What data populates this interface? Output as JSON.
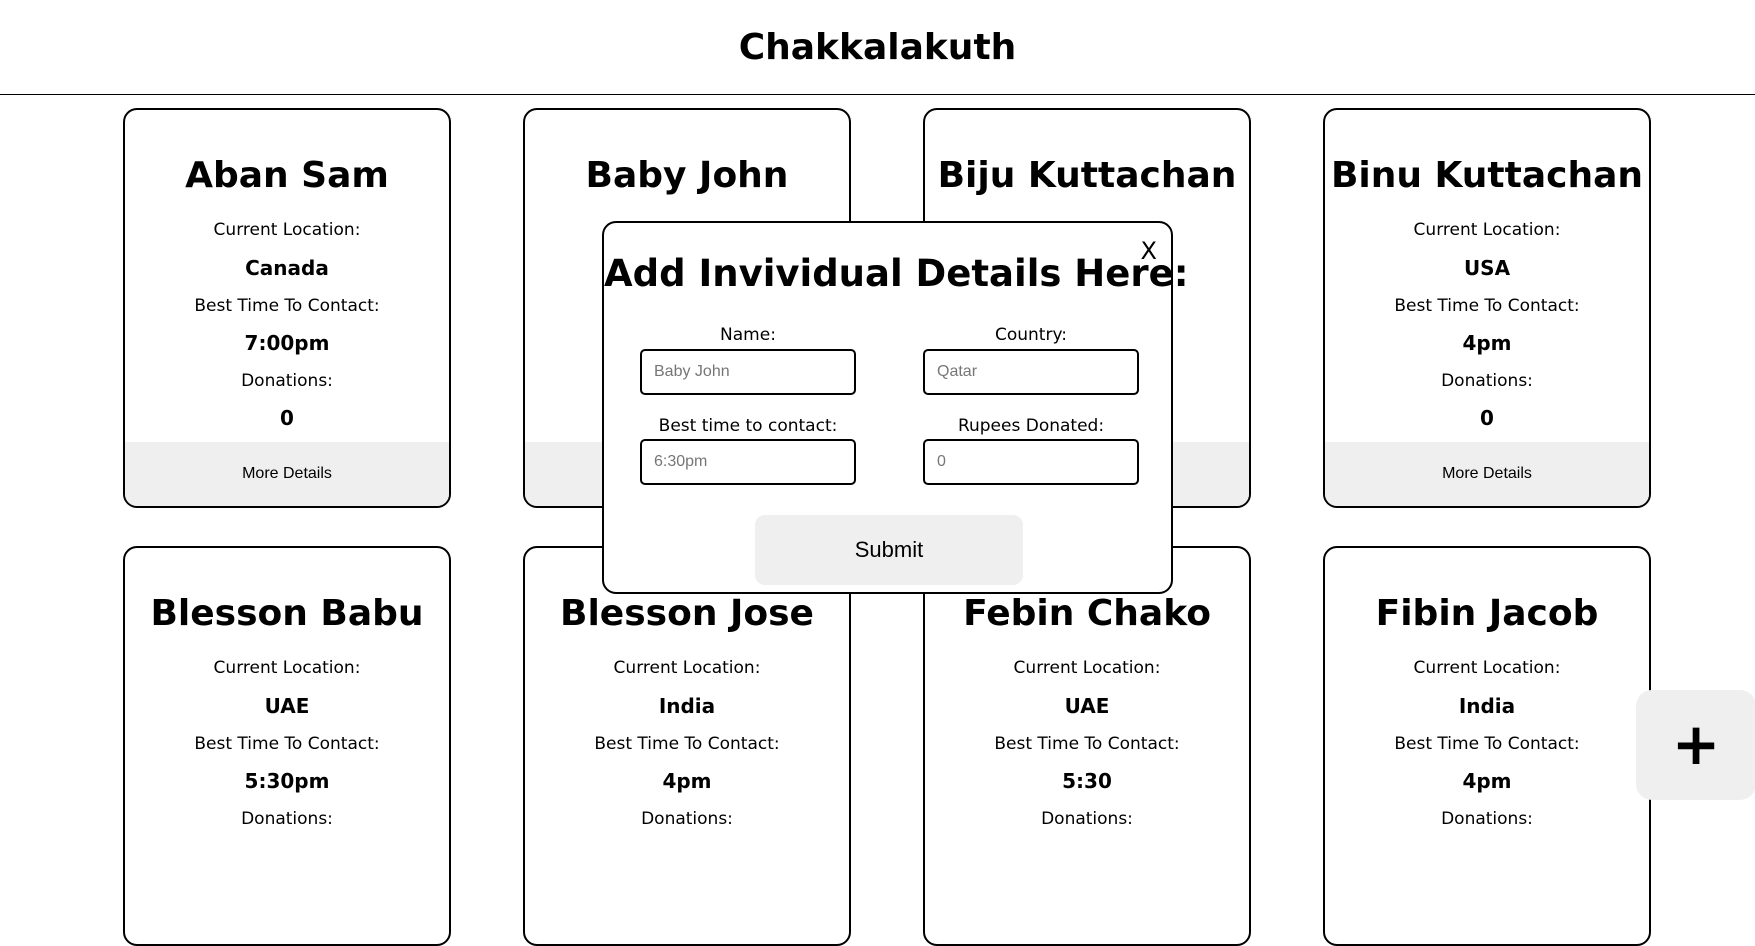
{
  "header": {
    "title": "Chakkalakuth"
  },
  "labels": {
    "location": "Current Location:",
    "time": "Best Time To Contact:",
    "donations": "Donations:",
    "more": "More Details"
  },
  "cards": [
    {
      "name": "Aban Sam",
      "location": "Canada",
      "time": "7:00pm",
      "donations": "0"
    },
    {
      "name": "Baby John",
      "location": "",
      "time": "",
      "donations": ""
    },
    {
      "name": "Biju Kuttachan",
      "location": "",
      "time": "",
      "donations": ""
    },
    {
      "name": "Binu Kuttachan",
      "location": "USA",
      "time": "4pm",
      "donations": "0"
    },
    {
      "name": "Blesson Babu",
      "location": "UAE",
      "time": "5:30pm",
      "donations": ""
    },
    {
      "name": "Blesson Jose",
      "location": "India",
      "time": "4pm",
      "donations": ""
    },
    {
      "name": "Febin Chako",
      "location": "UAE",
      "time": "5:30",
      "donations": ""
    },
    {
      "name": "Fibin Jacob",
      "location": "India",
      "time": "4pm",
      "donations": ""
    }
  ],
  "modal": {
    "title": "Add Invividual Details Here:",
    "close": "X",
    "name_label": "Name:",
    "name_placeholder": "Baby John",
    "country_label": "Country:",
    "country_placeholder": "Qatar",
    "time_label": "Best time to contact:",
    "time_placeholder": "6:30pm",
    "rupees_label": "Rupees Donated:",
    "rupees_placeholder": "0",
    "submit": "Submit"
  },
  "fab": {
    "label": "+"
  }
}
